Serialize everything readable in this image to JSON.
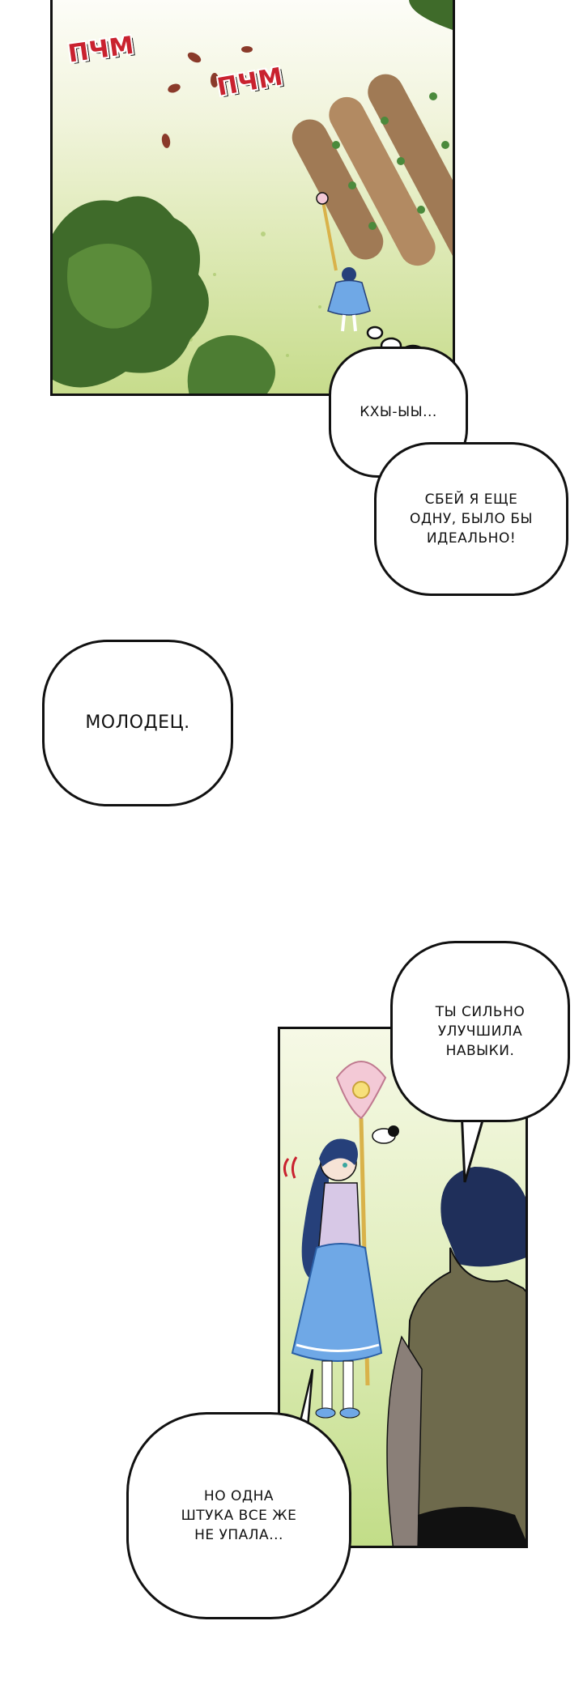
{
  "panels": {
    "top": {
      "sfx_1": "ПЧМ",
      "sfx_2": "ПЧМ"
    }
  },
  "bubbles": {
    "khy": "КХЫ-ЫЫ...",
    "sbey": "СБЕЙ Я ЕЩЕ\nОДНУ, БЫЛО БЫ\nИДЕАЛЬНО!",
    "molodets": "МОЛОДЕЦ.",
    "ty_silno": "ТЫ СИЛЬНО\nУЛУЧШИЛА\nНАВЫКИ.",
    "no_odna": "НО ОДНА\nШТУКА ВСЕ ЖЕ\nНЕ УПАЛА..."
  },
  "colors": {
    "panel_border": "#111111",
    "sfx": "#c9222f",
    "grass": "#b9d57c",
    "tree": "#3f6b2a",
    "target": "#a07a55",
    "dress": "#6fa8e6",
    "hair": "#26407a"
  }
}
